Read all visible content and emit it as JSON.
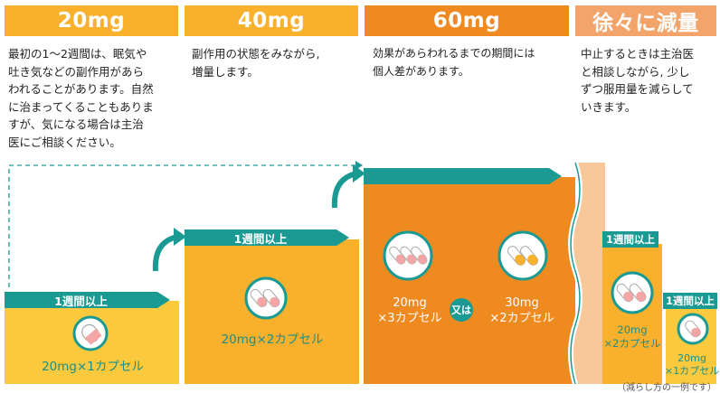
{
  "headers": [
    "20mg",
    "40mg",
    "60mg",
    "徐々に減量"
  ],
  "header_colors": [
    "#f9b02c",
    "#f9b02c",
    "#ef8a21",
    "#f3a46b"
  ],
  "descriptions": [
    [
      "最初の1～2週間は、眠気や",
      "吐き気などの副作用があら",
      "われることがあります。自然",
      "に治まってくることもありま",
      "すが、気になる場合は主治",
      "医にご相談ください。"
    ],
    [
      "副作用の状態をみながら,",
      "増量します。"
    ],
    [
      "効果があらわれるまでの期間には",
      "個人差があります。"
    ],
    [
      "中止するときは主治医",
      "と相談しながら, 少し",
      "ずつ服用量を減らして",
      "いきます。"
    ]
  ],
  "bands": [
    "1週間以上",
    "1週間以上",
    "1週間以上",
    "1週間以上"
  ],
  "doses": {
    "s1": "20mg×1カプセル",
    "s2": "20mg×2カプセル",
    "s3a": [
      "20mg",
      "×3カプセル"
    ],
    "or": "又は",
    "s3b": [
      "30mg",
      "×2カプセル"
    ],
    "s4a": [
      "20mg",
      "×2カプセル"
    ],
    "s4b": [
      "20mg",
      "×1カプセル"
    ]
  },
  "note": "（減らし方の一例です）",
  "colors": {
    "teal": "#1a9a93",
    "yellow": "#fbc93d",
    "orange_mid": "#f9b02c",
    "orange": "#ef8a21",
    "peach": "#f8c79a",
    "pink": "#f4a6a6"
  }
}
